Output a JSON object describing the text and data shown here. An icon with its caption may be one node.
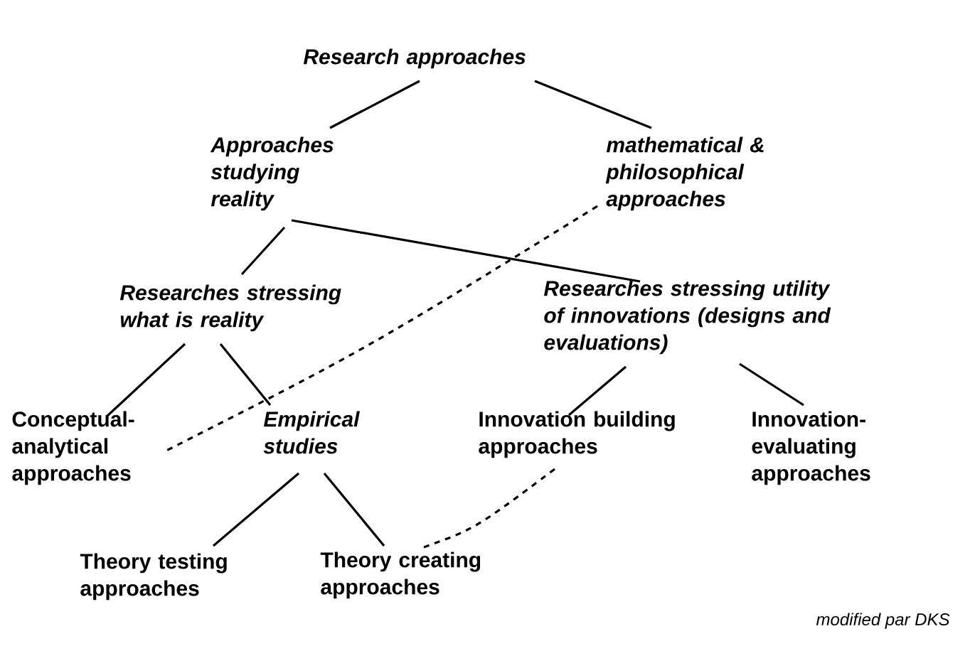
{
  "diagram": {
    "nodes": [
      {
        "text": [
          "Research approaches"
        ]
      },
      {
        "text": [
          "Approaches studying reality"
        ]
      },
      {
        "text": [
          "mathematical & philosophical approaches"
        ]
      },
      {
        "text": [
          "Researches stressing what is reality"
        ]
      },
      {
        "text": [
          "Researches stressing utility of innovations (designs and evaluations)"
        ]
      },
      {
        "text": [
          "Conceptual-analytical approaches"
        ]
      },
      {
        "text": [
          "Empirical studies"
        ]
      },
      {
        "text": [
          "Innovation building approaches"
        ]
      },
      {
        "text": [
          "Innovation-evaluating approaches"
        ]
      },
      {
        "text": [
          "Theory testing approaches"
        ]
      },
      {
        "text": [
          "Theory creating approaches"
        ]
      }
    ],
    "edges": [
      {
        "from": 0,
        "to": 1,
        "arrow": "none"
      },
      {
        "from": 0,
        "to": 2,
        "arrow": "none"
      },
      {
        "from": 1,
        "to": 3,
        "arrow": "none"
      },
      {
        "from": 1,
        "to": 4,
        "arrow": "none"
      },
      {
        "from": 2,
        "to": 5,
        "arrow": "none",
        "style": "dashed"
      },
      {
        "from": 3,
        "to": 5,
        "arrow": "none"
      },
      {
        "from": 3,
        "to": 6,
        "arrow": "none"
      },
      {
        "from": 4,
        "to": 7,
        "arrow": "none"
      },
      {
        "from": 4,
        "to": 8,
        "arrow": "none"
      },
      {
        "from": 6,
        "to": 9,
        "arrow": "none"
      },
      {
        "from": 6,
        "to": 10,
        "arrow": "none"
      },
      {
        "from": 7,
        "to": 10,
        "arrow": "none",
        "style": "dashed"
      }
    ],
    "labels": [
      "modified par DKS"
    ]
  }
}
